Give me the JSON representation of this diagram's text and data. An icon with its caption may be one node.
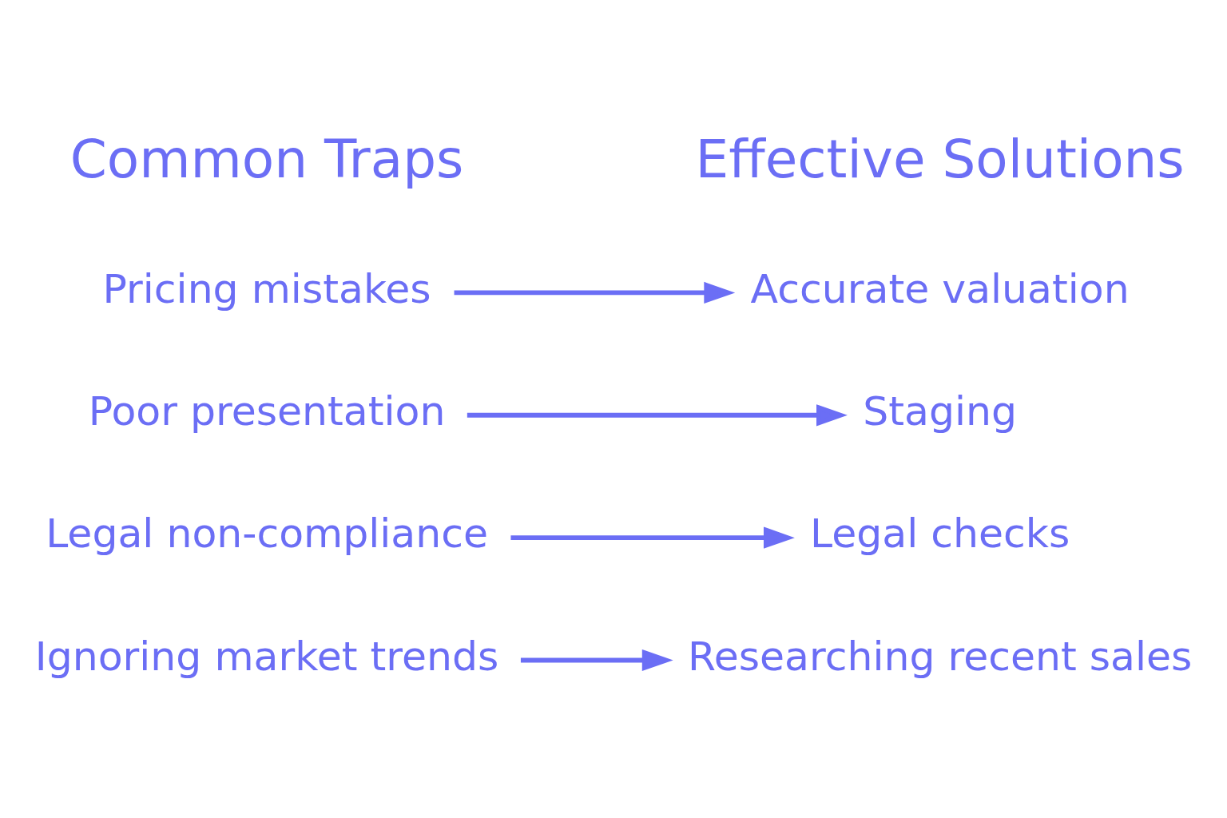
{
  "diagram": {
    "nodes": [
      {
        "text": [
          "Pricing mistakes"
        ]
      },
      {
        "text": [
          "Accurate valuation"
        ]
      },
      {
        "text": [
          "Poor presentation"
        ]
      },
      {
        "text": [
          "Staging"
        ]
      },
      {
        "text": [
          "Legal non-compliance"
        ]
      },
      {
        "text": [
          "Legal checks"
        ]
      },
      {
        "text": [
          "Ignoring market trends"
        ]
      },
      {
        "text": [
          "Researching recent sales"
        ]
      }
    ],
    "edges": [
      {
        "from": 0,
        "to": 1,
        "arrow": "to"
      },
      {
        "from": 2,
        "to": 3,
        "arrow": "to"
      },
      {
        "from": 4,
        "to": 5,
        "arrow": "to"
      },
      {
        "from": 6,
        "to": 7,
        "arrow": "to"
      }
    ],
    "labels": [
      "Common Traps",
      "Effective Solutions"
    ]
  }
}
